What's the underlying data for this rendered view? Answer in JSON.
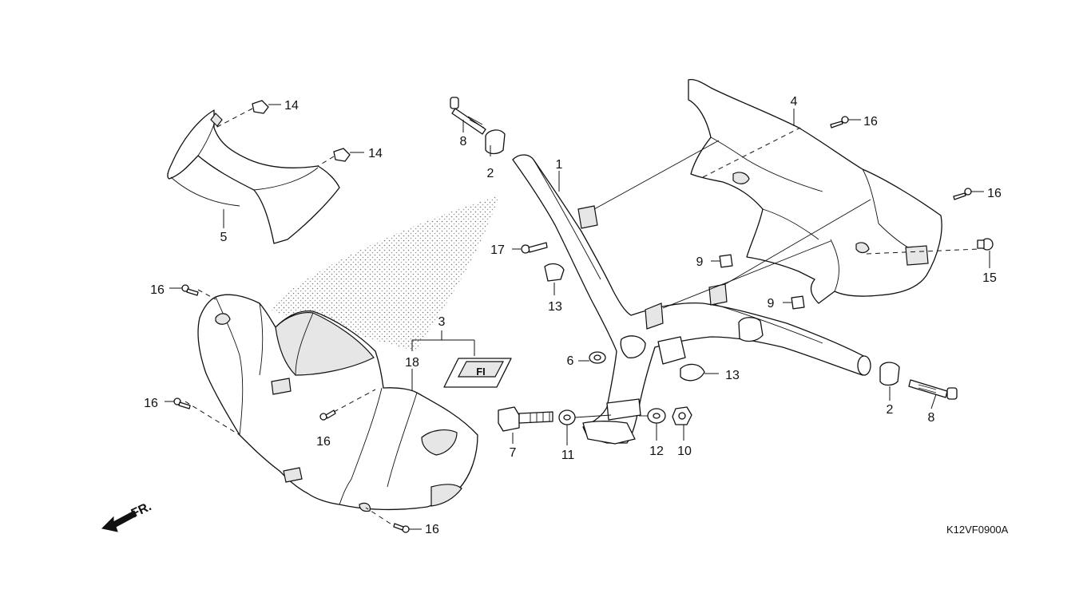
{
  "diagram": {
    "drawing_code": "K12VF0900A",
    "direction_label": "FR.",
    "callouts": {
      "c1": "1",
      "c2a": "2",
      "c2b": "2",
      "c3": "3",
      "c4": "4",
      "c5": "5",
      "c6": "6",
      "c7": "7",
      "c8a": "8",
      "c8b": "8",
      "c9a": "9",
      "c9b": "9",
      "c10": "10",
      "c11": "11",
      "c12": "12",
      "c13a": "13",
      "c13b": "13",
      "c14a": "14",
      "c14b": "14",
      "c15": "15",
      "c16a": "16",
      "c16b": "16",
      "c16c": "16",
      "c16d": "16",
      "c16e": "16",
      "c16f": "16",
      "c17": "17",
      "c18": "18"
    },
    "emblem": {
      "text": "FI"
    }
  }
}
